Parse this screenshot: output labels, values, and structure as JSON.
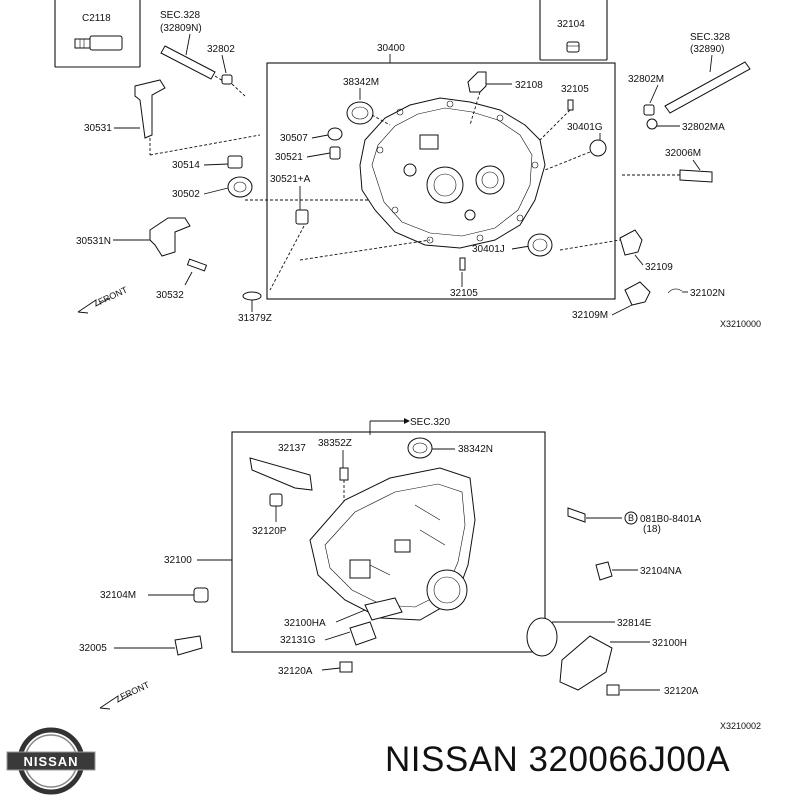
{
  "top_diagram": {
    "labels": {
      "c2118": "C2118",
      "sec328_left": "SEC.328",
      "sec328_left_sub": "(32809N)",
      "p32802": "32802",
      "p30400": "30400",
      "p32104": "32104",
      "sec328_right": "SEC.328",
      "sec328_right_sub": "(32890)",
      "p38342m": "38342M",
      "p32108": "32108",
      "p32105_top": "32105",
      "p32802m": "32802M",
      "p30531": "30531",
      "p30507": "30507",
      "p30401g": "30401G",
      "p32802ma": "32802MA",
      "p30521": "30521",
      "p32006m": "32006M",
      "p30514": "30514",
      "p30521a": "30521+A",
      "p30502": "30502",
      "p30531n": "30531N",
      "p30401j": "30401J",
      "p32109": "32109",
      "p30532": "30532",
      "p32105_bottom": "32105",
      "p32102n": "32102N",
      "p31379z": "31379Z",
      "p32109m": "32109M",
      "code": "X3210000",
      "front": "FRONT"
    }
  },
  "bottom_diagram": {
    "labels": {
      "sec320": "SEC.320",
      "p32137": "32137",
      "p38352z": "38352Z",
      "p38342n": "38342N",
      "p32120p": "32120P",
      "bolt": "081B0-8401A",
      "bolt_qty": "(18)",
      "bolt_letter": "B",
      "p32100": "32100",
      "p32104na": "32104NA",
      "p32104m": "32104M",
      "p32100ha": "32100HA",
      "p32814e": "32814E",
      "p32131g": "32131G",
      "p32005": "32005",
      "p32100h": "32100H",
      "p32120a_left": "32120A",
      "p32120a_right": "32120A",
      "front": "FRONT",
      "code": "X3210002"
    }
  },
  "footer": {
    "brand_logo_text": "NISSAN",
    "caption": "NISSAN 320066J00A"
  }
}
